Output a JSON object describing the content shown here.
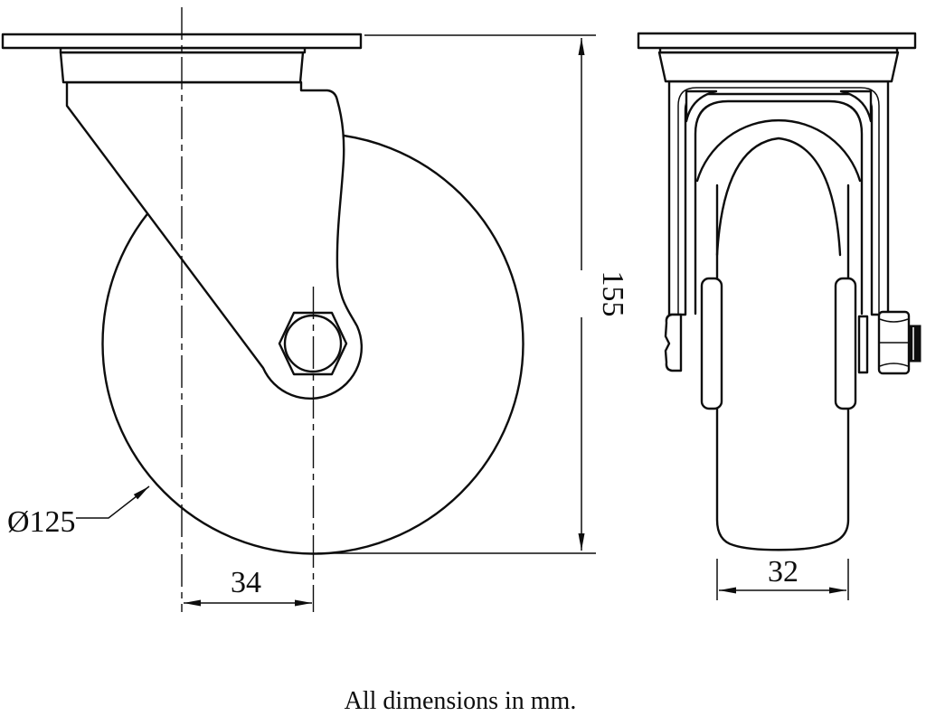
{
  "drawing": {
    "type": "caster-wheel-technical-drawing",
    "views": {
      "side_view": "swivel castor side elevation",
      "front_view": "swivel castor front elevation"
    },
    "dimensions": {
      "overall_height": "155",
      "swivel_offset": "34",
      "wheel_diameter": "Ø125",
      "tread_width": "32"
    },
    "footer_note": "All dimensions in mm.",
    "colors": {
      "line": "#0d0d0d",
      "background": "#ffffff"
    }
  }
}
